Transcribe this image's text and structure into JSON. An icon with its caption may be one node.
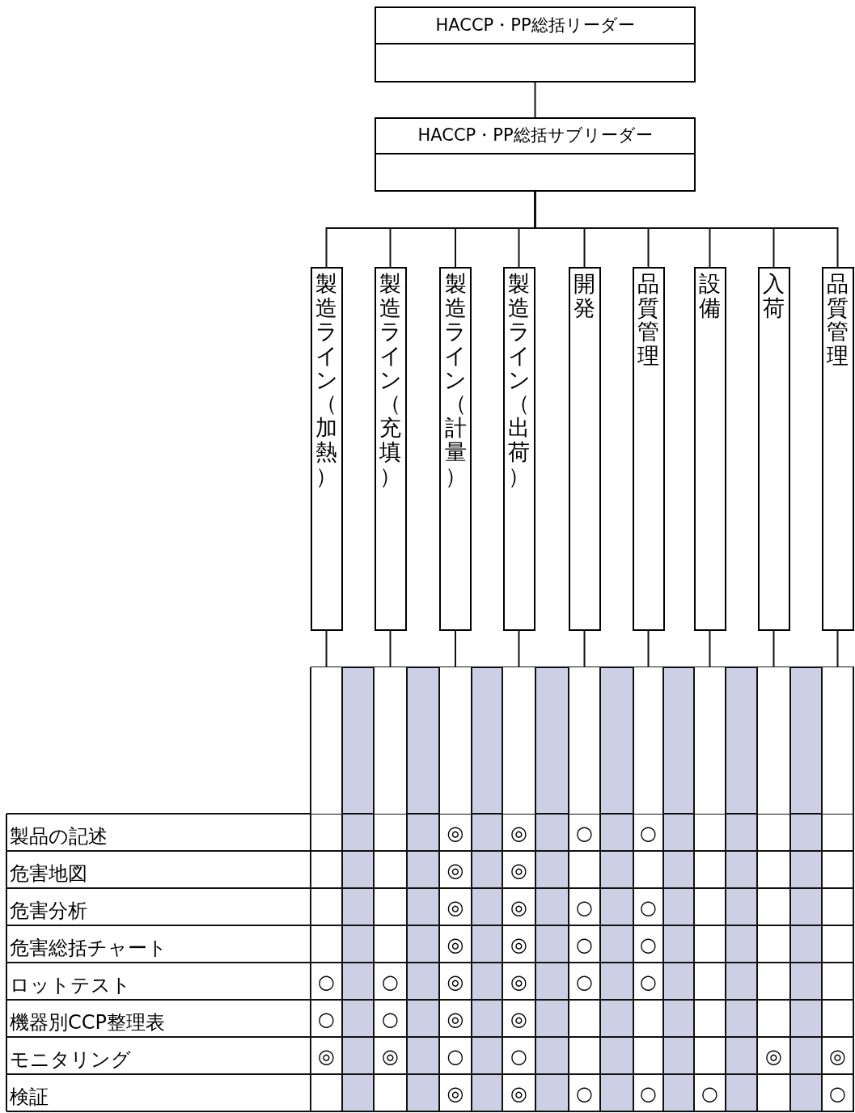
{
  "diagram": {
    "nodes": [
      {
        "text": [
          "HACCP・PP総括リーダー"
        ]
      },
      {
        "text": [
          "HACCP・PP総括サブリーダー"
        ]
      },
      {
        "text": [
          "製造ライン（加熱）"
        ]
      },
      {
        "text": [
          "製造ライン（充填）"
        ]
      },
      {
        "text": [
          "製造ライン（計量）"
        ]
      },
      {
        "text": [
          "製造ライン（出荷）"
        ]
      },
      {
        "text": [
          "開発"
        ]
      },
      {
        "text": [
          "品質管理"
        ]
      },
      {
        "text": [
          "設備"
        ]
      },
      {
        "text": [
          "入荷"
        ]
      },
      {
        "text": [
          "品質管理"
        ]
      },
      {
        "text": [],
        "shape": "box"
      },
      {
        "text": [],
        "shape": "box"
      },
      {
        "text": [],
        "shape": "box"
      },
      {
        "text": [],
        "shape": "box"
      },
      {
        "text": [],
        "shape": "box"
      },
      {
        "text": [],
        "shape": "box"
      },
      {
        "text": [],
        "shape": "box"
      },
      {
        "text": [],
        "shape": "box"
      },
      {
        "text": [],
        "shape": "box"
      }
    ],
    "edges": [
      {
        "from": 0,
        "to": 1,
        "arrow": "none"
      },
      {
        "from": 1,
        "to": 2,
        "arrow": "none"
      },
      {
        "from": 1,
        "to": 3,
        "arrow": "none"
      },
      {
        "from": 1,
        "to": 4,
        "arrow": "none"
      },
      {
        "from": 1,
        "to": 5,
        "arrow": "none"
      },
      {
        "from": 1,
        "to": 6,
        "arrow": "none"
      },
      {
        "from": 1,
        "to": 7,
        "arrow": "none"
      },
      {
        "from": 1,
        "to": 8,
        "arrow": "none"
      },
      {
        "from": 1,
        "to": 9,
        "arrow": "none"
      },
      {
        "from": 1,
        "to": 10,
        "arrow": "none"
      },
      {
        "from": 2,
        "to": 11,
        "arrow": "none"
      },
      {
        "from": 3,
        "to": 12,
        "arrow": "none"
      },
      {
        "from": 4,
        "to": 13,
        "arrow": "none"
      },
      {
        "from": 5,
        "to": 14,
        "arrow": "none"
      },
      {
        "from": 6,
        "to": 15,
        "arrow": "none"
      },
      {
        "from": 7,
        "to": 16,
        "arrow": "none"
      },
      {
        "from": 8,
        "to": 17,
        "arrow": "none"
      },
      {
        "from": 9,
        "to": 18,
        "arrow": "none"
      },
      {
        "from": 10,
        "to": 19,
        "arrow": "none"
      }
    ],
    "labels": [
      "製品の記述",
      "◎",
      "◎",
      "○",
      "○",
      "危害地図",
      "◎",
      "◎",
      "危害分析",
      "◎",
      "◎",
      "○",
      "○",
      "危害総括チャート",
      "◎",
      "◎",
      "○",
      "○",
      "ロットテスト",
      "○",
      "○",
      "◎",
      "◎",
      "○",
      "○",
      "機器別CCP整理表",
      "○",
      "○",
      "◎",
      "◎",
      "モニタリング",
      "◎",
      "◎",
      "○",
      "○",
      "◎",
      "◎",
      "検証",
      "◎",
      "◎",
      "○",
      "○",
      "○",
      "○"
    ]
  }
}
